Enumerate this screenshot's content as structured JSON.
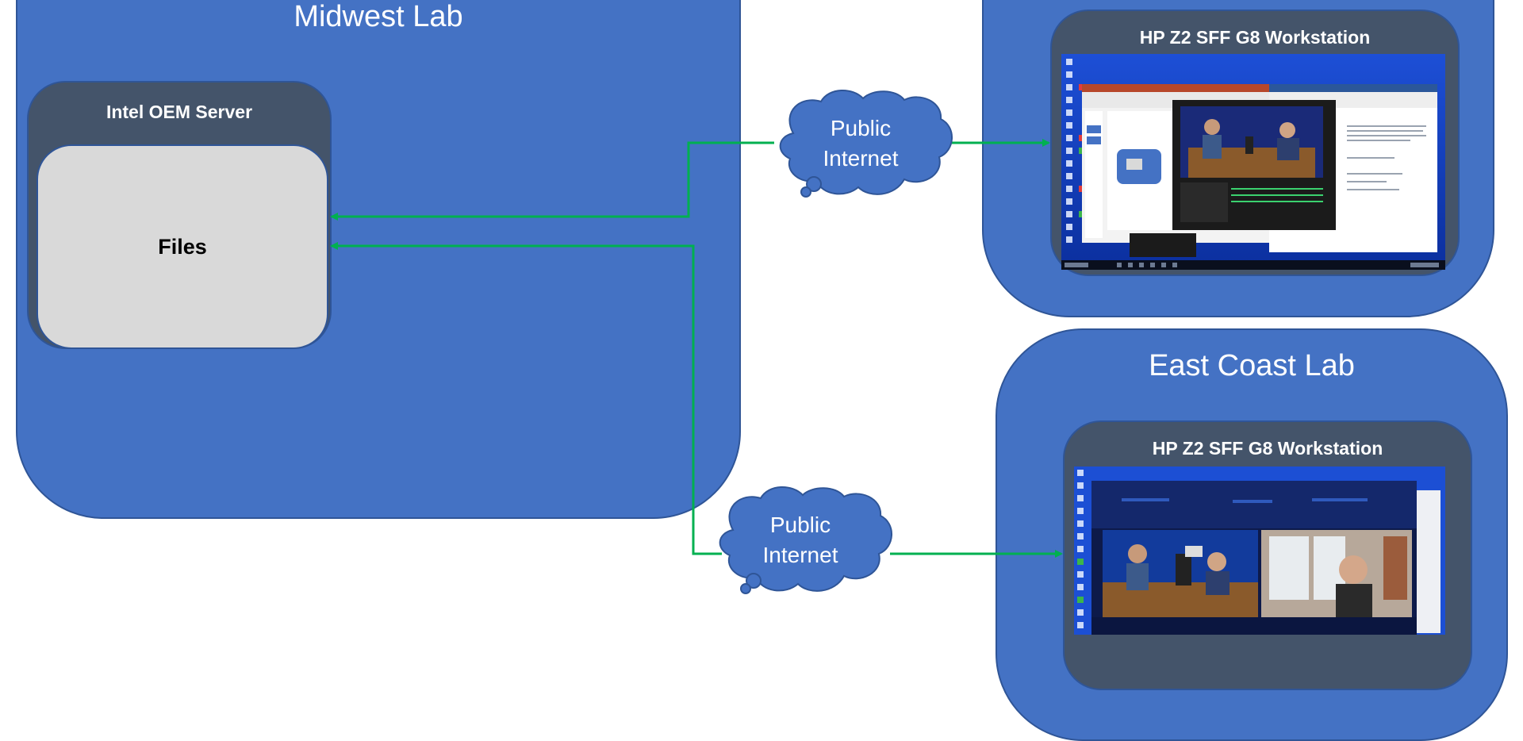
{
  "labs": {
    "midwest": {
      "title": "Midwest Lab",
      "server": {
        "title": "Intel OEM Server",
        "files_label": "Files"
      }
    },
    "west": {
      "title": "",
      "workstation": {
        "title": "HP Z2 SFF G8 Workstation"
      }
    },
    "east_coast": {
      "title": "East Coast Lab",
      "workstation": {
        "title": "HP Z2 SFF G8 Workstation"
      }
    }
  },
  "clouds": {
    "top": {
      "line1": "Public",
      "line2": "Internet"
    },
    "bottom": {
      "line1": "Public",
      "line2": "Internet"
    }
  },
  "colors": {
    "lab_fill": "#4472c4",
    "node_fill": "#44546a",
    "files_fill": "#d9d9d9",
    "connector": "#00b050"
  }
}
